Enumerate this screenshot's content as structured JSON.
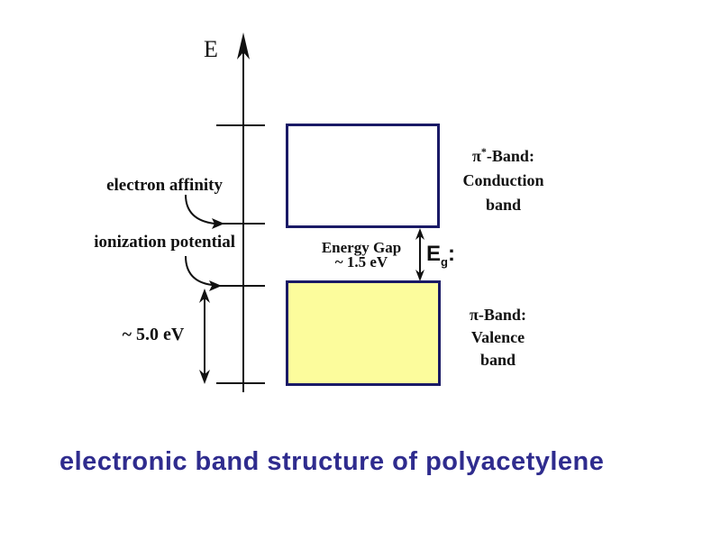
{
  "title": "electronic band structure of polyacetylene",
  "axis": {
    "label": "E"
  },
  "annotations": {
    "electron_affinity": "electron affinity",
    "ionization_potential": "ionization potential",
    "ip_magnitude": "~ 5.0 eV"
  },
  "gap": {
    "line1": "Energy Gap",
    "line2": "~ 1.5 eV",
    "symbol_base": "E",
    "symbol_sub": "g",
    "symbol_colon": ":"
  },
  "bands": {
    "conduction": {
      "symbol": "π",
      "symbol_sup": "*",
      "symbol_rest": "-Band:",
      "line2": "Conduction",
      "line3": "band"
    },
    "valence": {
      "symbol": "π",
      "symbol_rest": "-Band:",
      "line2": "Valence",
      "line3": "band"
    }
  },
  "colors": {
    "band_border": "#1a1a66",
    "valence_fill": "#fcfc9c",
    "title_text": "#2f2c8e",
    "ink": "#111111"
  }
}
